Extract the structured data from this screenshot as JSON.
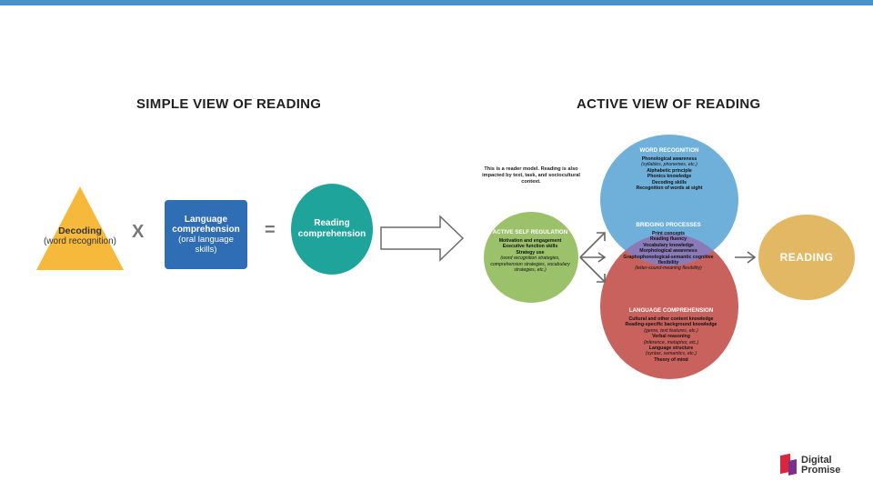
{
  "headings": {
    "simple": "SIMPLE VIEW OF READING",
    "active": "ACTIVE VIEW OF READING"
  },
  "simple_view": {
    "decoding_title": "Decoding",
    "decoding_sub": "(word recognition)",
    "operator_times": "X",
    "lang_title": "Language comprehension",
    "lang_sub": "(oral language skills)",
    "operator_equals": "=",
    "result": "Reading comprehension"
  },
  "active_view": {
    "note": "This is a reader model. Reading is also impacted by text, task, and sociocultural context.",
    "self_regulation": {
      "title": "ACTIVE SELF REGULATION",
      "item_1": "Motivation and engagement",
      "item_2": "Executive function skills",
      "item_3": "Strategy use",
      "item_3_sub": "(word recognition strategies, comprehension strategies, vocabulary strategies, etc.)"
    },
    "word_recognition": {
      "title": "WORD RECOGNITION",
      "item_1": "Phonological awareness",
      "item_1_sub": "(syllables, phonemes, etc.)",
      "item_2": "Alphabetic principle",
      "item_3": "Phonics knowledge",
      "item_4": "Decoding skills",
      "item_5": "Recognition of words at sight"
    },
    "bridging": {
      "title": "BRIDGING PROCESSES",
      "item_1": "Print concepts",
      "item_2": "Reading fluency",
      "item_3": "Vocabulary knowledge",
      "item_4": "Morphological awareness",
      "item_5": "Graphophonological-semantic cognitive flexibility",
      "item_5_sub": "(letter-sound-meaning flexibility)"
    },
    "language_comprehension": {
      "title": "LANGUAGE COMPREHENSION",
      "item_1": "Cultural and other content knowledge",
      "item_2": "Reading-specific background knowledge",
      "item_2_sub": "(genre, text features, etc.)",
      "item_3": "Verbal reasoning",
      "item_3_sub": "(inference, metaphor, etc.)",
      "item_4": "Language structure",
      "item_4_sub": "(syntax, semantics, etc.)",
      "item_5": "Theory of mind"
    },
    "result": "READING"
  },
  "colors": {
    "top_bar": "#4a90c9",
    "triangle": "#f6b93b",
    "lang_box": "#2f6db4",
    "result_circle": "#1ea49b",
    "self_regulation": "#9bc26b",
    "word_recognition": "#6fb0db",
    "language_comprehension": "#c9625d",
    "bridging": "#8a7ab8",
    "reading": "#e3b865"
  },
  "logo": {
    "line_1": "Digital",
    "line_2": "Promise"
  }
}
